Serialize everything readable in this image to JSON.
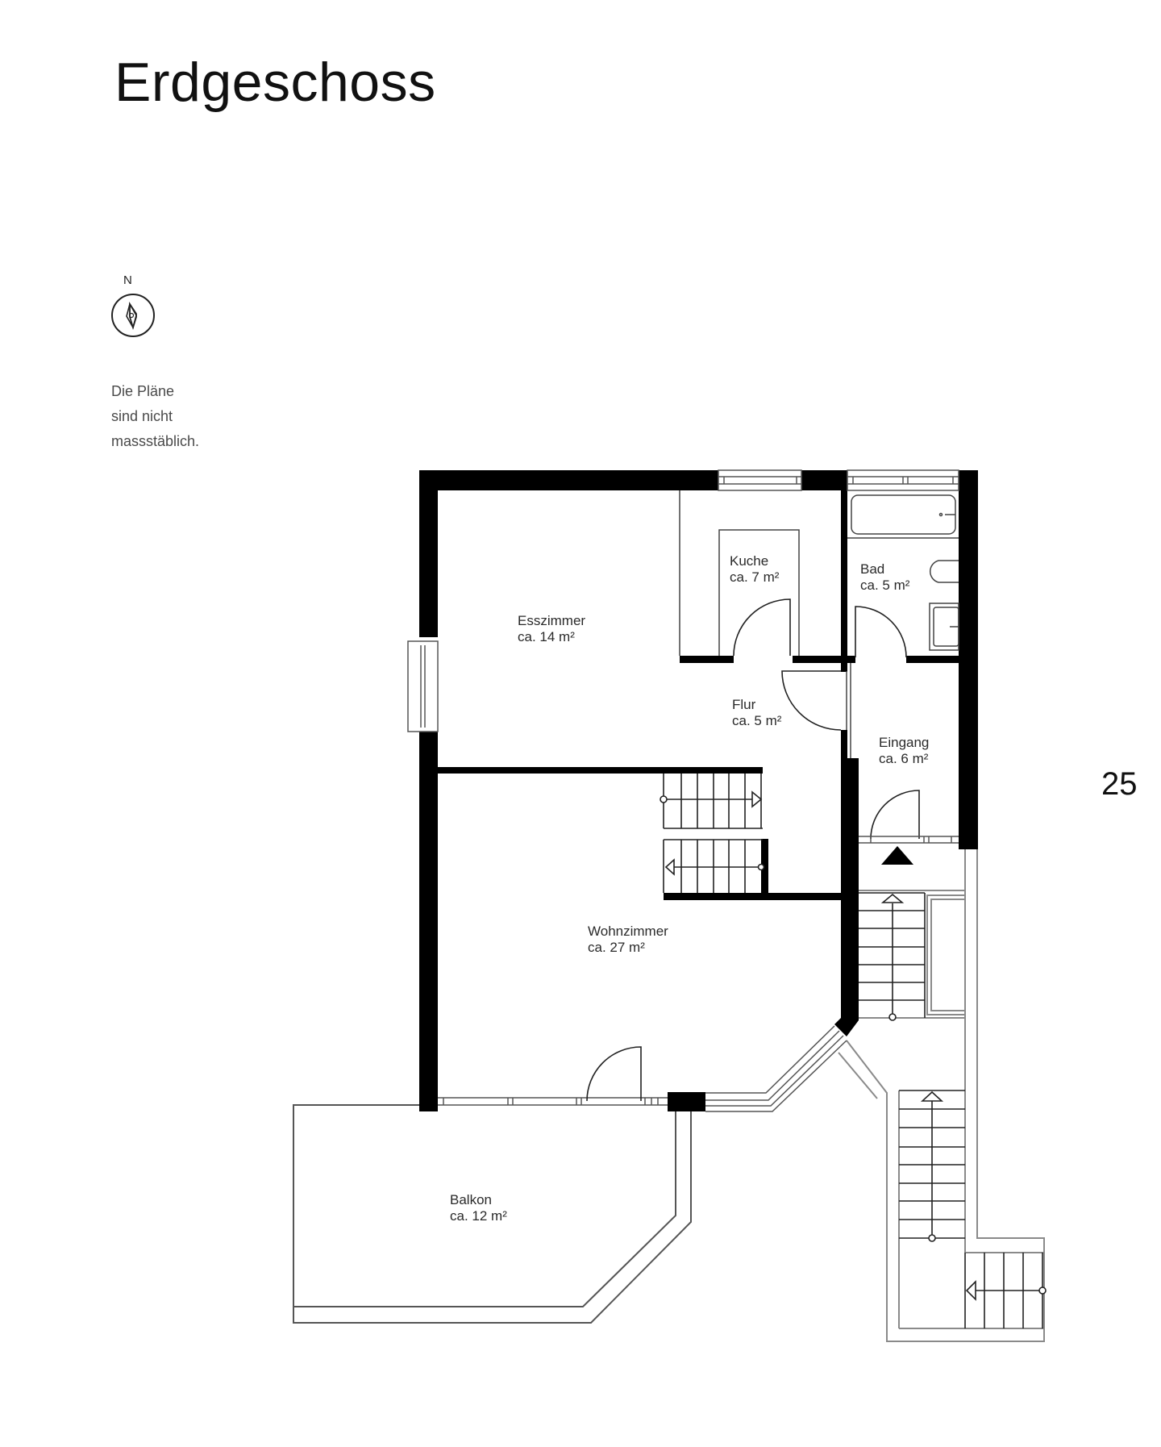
{
  "page": {
    "title": "Erdgeschoss",
    "page_number": "25",
    "disclaimer": [
      "Die Pläne",
      "sind nicht",
      "massstäblich."
    ]
  },
  "compass": {
    "label": "N",
    "icon": "compass-north-icon"
  },
  "rooms": [
    {
      "id": "esszimmer",
      "name": "Esszimmer",
      "area": "ca. 14 m²"
    },
    {
      "id": "kueche",
      "name": "Kuche",
      "area": "ca. 7 m²"
    },
    {
      "id": "bad",
      "name": "Bad",
      "area": "ca. 5 m²"
    },
    {
      "id": "flur",
      "name": "Flur",
      "area": "ca. 5 m²"
    },
    {
      "id": "eingang",
      "name": "Eingang",
      "area": "ca. 6 m²"
    },
    {
      "id": "wohnzimmer",
      "name": "Wohnzimmer",
      "area": "ca. 27 m²"
    },
    {
      "id": "balkon",
      "name": "Balkon",
      "area": "ca. 12 m²"
    }
  ],
  "symbols": {
    "entrance_marker": "entrance-triangle-icon",
    "stair_direction": "stair-arrow-icon"
  },
  "colors": {
    "wall": "#000000",
    "line": "#222222",
    "light_line": "#8a8a8a",
    "text": "#2a2a2a",
    "background": "#ffffff"
  }
}
